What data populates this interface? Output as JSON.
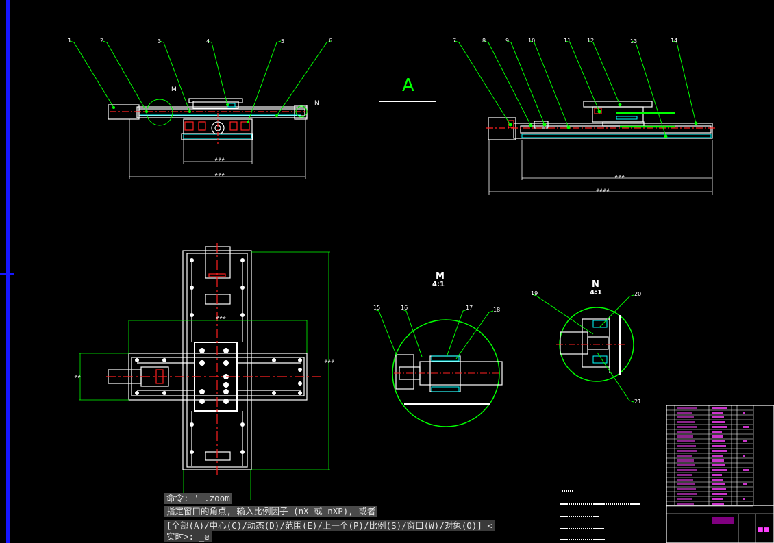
{
  "drawing": {
    "view_title": "A",
    "detail_m": {
      "name": "M",
      "scale": "4:1"
    },
    "detail_n": {
      "name": "N",
      "scale": "4:1"
    },
    "callouts_top_left": [
      "1",
      "2",
      "3",
      "4",
      "5",
      "6"
    ],
    "callouts_top_right": [
      "7",
      "8",
      "9",
      "10",
      "11",
      "12",
      "13",
      "14"
    ],
    "callouts_detail_m": [
      "15",
      "16",
      "17",
      "18"
    ],
    "callouts_detail_n": [
      "19",
      "20",
      "21"
    ],
    "section_marks": {
      "m": "M",
      "n": "N"
    }
  },
  "command_line": {
    "history_1": "命令: '_.zoom",
    "history_2": "指定窗口的角点, 输入比例因子 (nX 或 nXP), 或者",
    "prompt_1": "[全部(A)/中心(C)/动态(D)/范围(E)/上一个(P)/比例(S)/窗口(W)/对象(O)] <",
    "prompt_2": "实时>: _e"
  },
  "colors": {
    "background": "#000000",
    "outline": "#ffffff",
    "leader": "#00ff00",
    "center_line": "#ff2020",
    "hatch": "#00ffff",
    "table": "#ff00ff",
    "ucs": "#1616ff"
  }
}
